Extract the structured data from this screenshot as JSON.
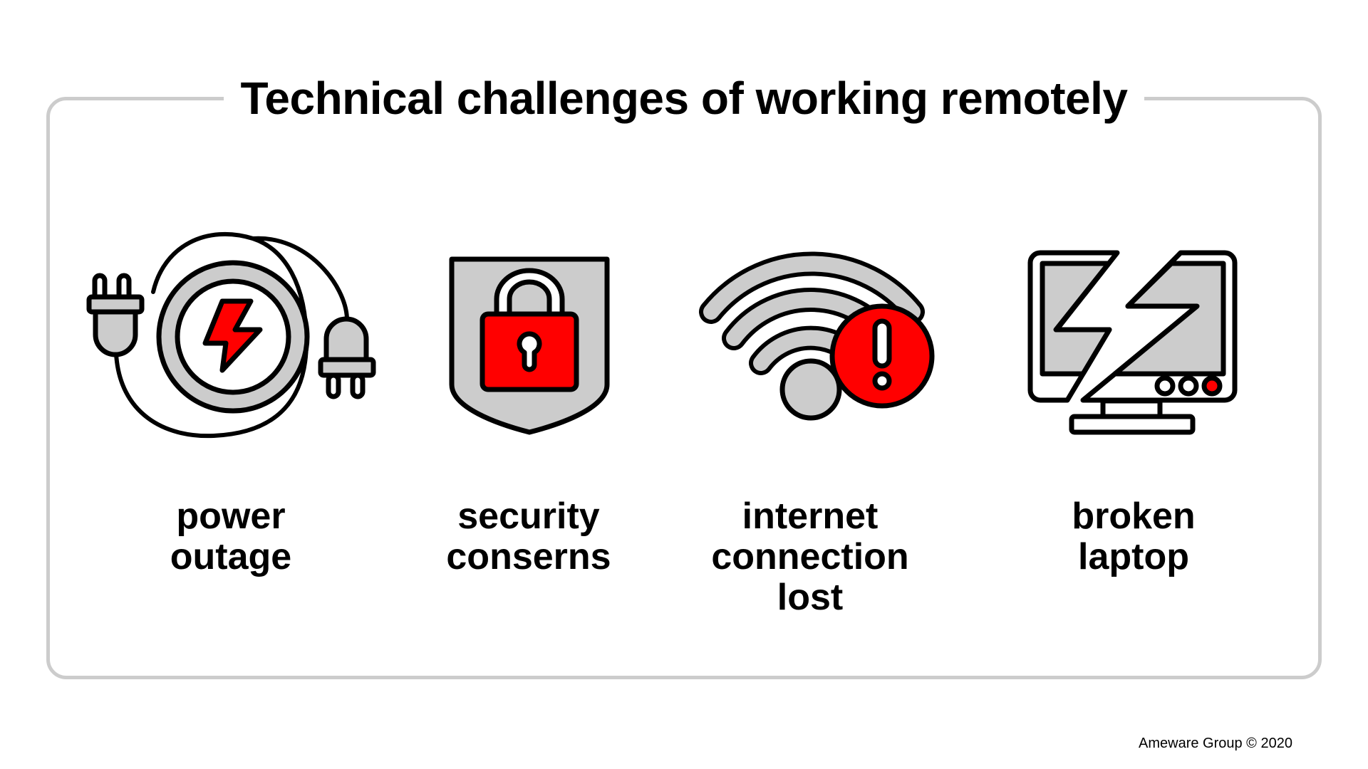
{
  "header": {
    "title": "Technical challenges of working remotely"
  },
  "colors": {
    "frame": "#cccccc",
    "icon_fill": "#cccccc",
    "accent_red": "#ff0000",
    "outline": "#000000"
  },
  "items": [
    {
      "icon": "power-cord-lightning-icon",
      "lines": [
        "power",
        "outage"
      ]
    },
    {
      "icon": "shield-padlock-icon",
      "lines": [
        "security",
        "conserns"
      ]
    },
    {
      "icon": "wifi-alert-icon",
      "lines": [
        "internet",
        "connection",
        "lost"
      ]
    },
    {
      "icon": "broken-monitor-icon",
      "lines": [
        "broken",
        "laptop"
      ]
    }
  ],
  "footer": {
    "copyright": "Ameware Group © 2020"
  }
}
